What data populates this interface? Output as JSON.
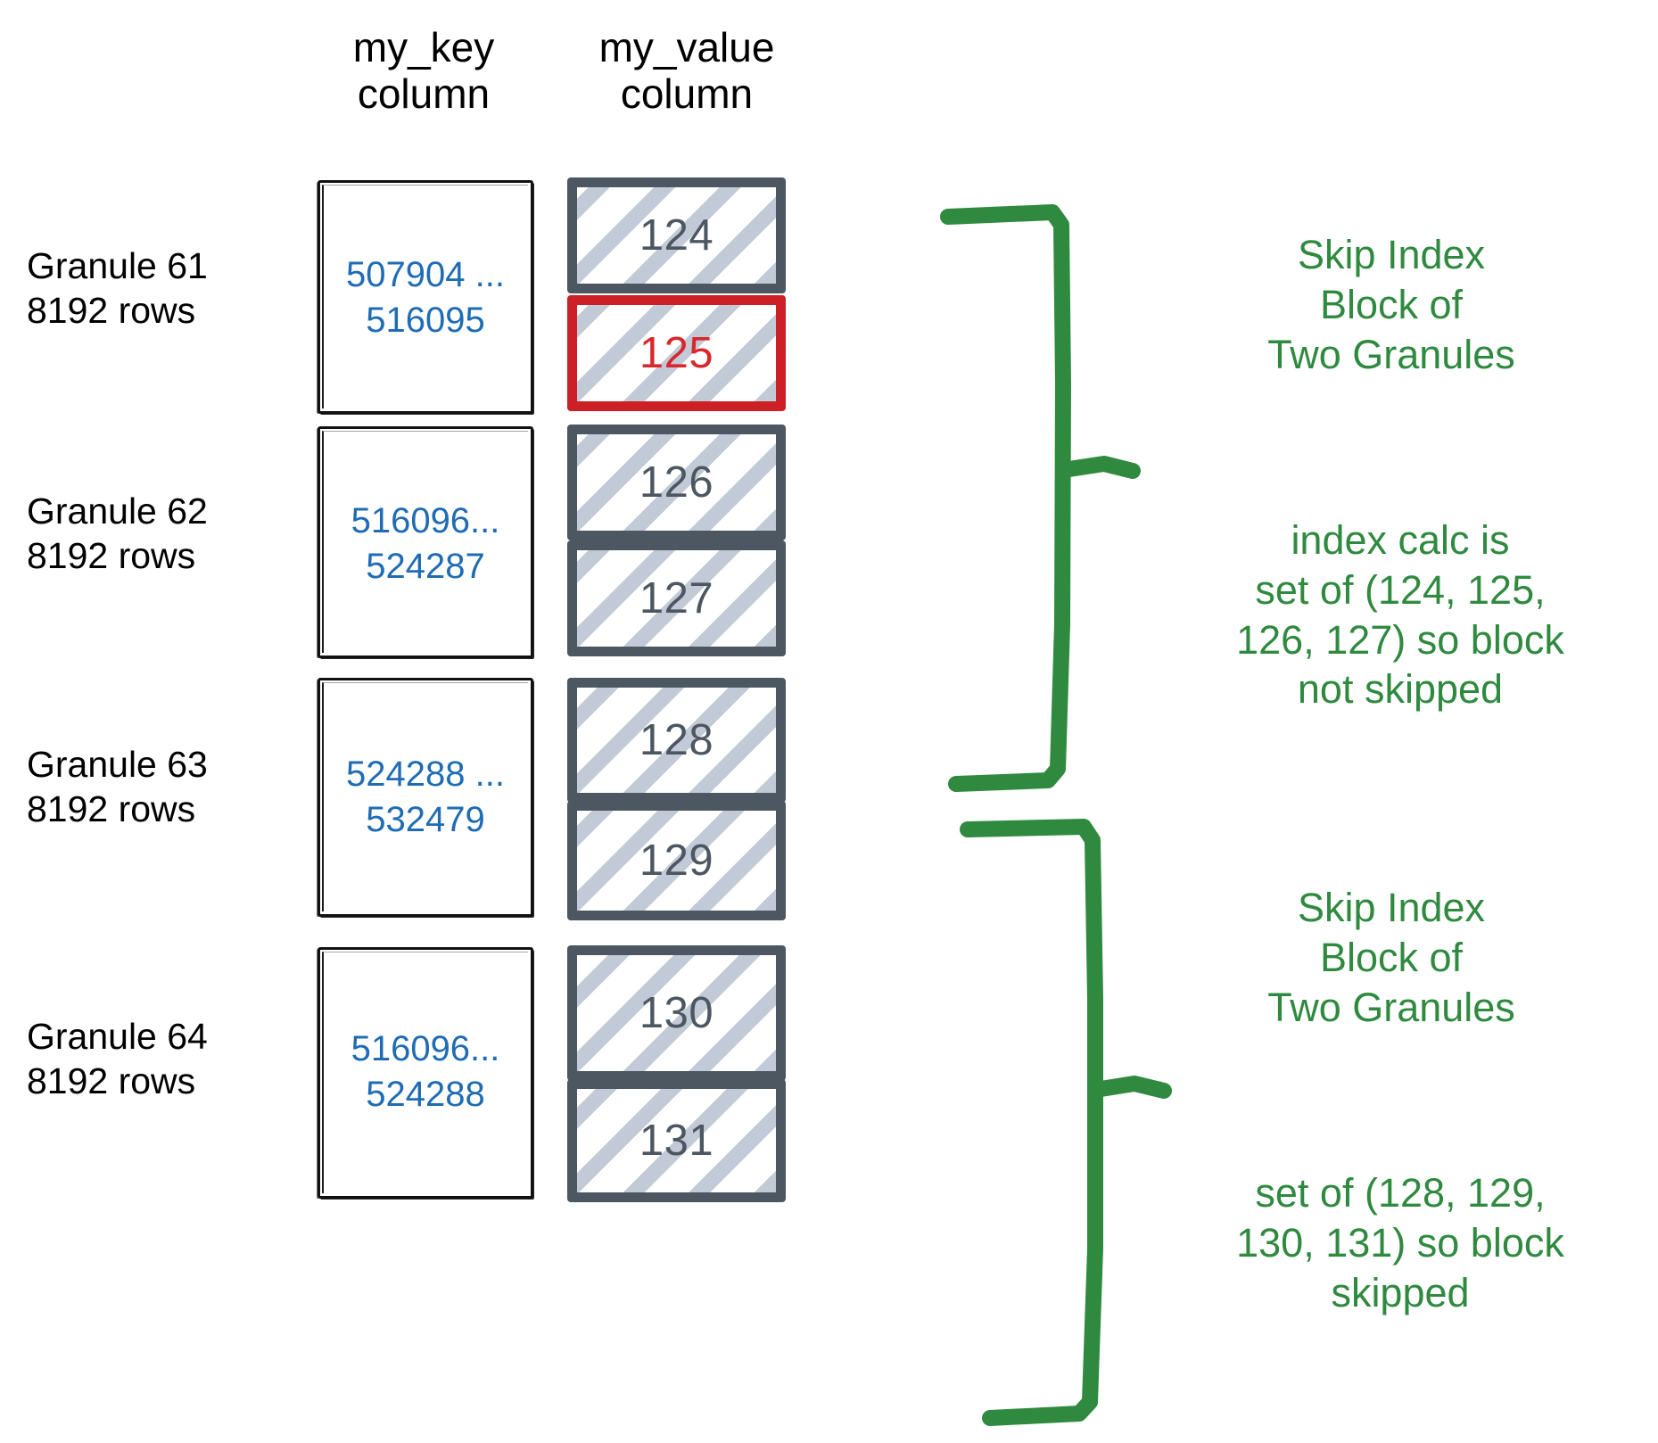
{
  "headers": {
    "key_column": "my_key\ncolumn",
    "value_column": "my_value\ncolumn"
  },
  "colors": {
    "key_text": "#1f6cb4",
    "value_border": "#4c5762",
    "highlight": "#d8282c",
    "annotation_green": "#2f8a3f",
    "hatch": "#bec7d4"
  },
  "granules": [
    {
      "label": "Granule 61\n8192 rows",
      "key_range": "507904 ...\n516095",
      "values": [
        {
          "text": "124",
          "highlighted": false
        },
        {
          "text": "125",
          "highlighted": true
        }
      ]
    },
    {
      "label": "Granule 62\n8192 rows",
      "key_range": "516096...\n524287",
      "values": [
        {
          "text": "126",
          "highlighted": false
        },
        {
          "text": "127",
          "highlighted": false
        }
      ]
    },
    {
      "label": "Granule 63\n8192 rows",
      "key_range": "524288 ...\n532479",
      "values": [
        {
          "text": "128",
          "highlighted": false
        },
        {
          "text": "129",
          "highlighted": false
        }
      ]
    },
    {
      "label": "Granule 64\n8192 rows",
      "key_range": "516096...\n524288",
      "values": [
        {
          "text": "130",
          "highlighted": false
        },
        {
          "text": "131",
          "highlighted": false
        }
      ]
    }
  ],
  "annotations": [
    {
      "name": "block-1-title",
      "text": "Skip Index\nBlock of\nTwo Granules"
    },
    {
      "name": "block-1-detail",
      "text": "index calc is\nset of (124, 125,\n126, 127) so block\nnot skipped"
    },
    {
      "name": "block-2-title",
      "text": "Skip Index\nBlock of\nTwo Granules"
    },
    {
      "name": "block-2-detail",
      "text": "set of (128, 129,\n130, 131) so block\nskipped"
    }
  ]
}
